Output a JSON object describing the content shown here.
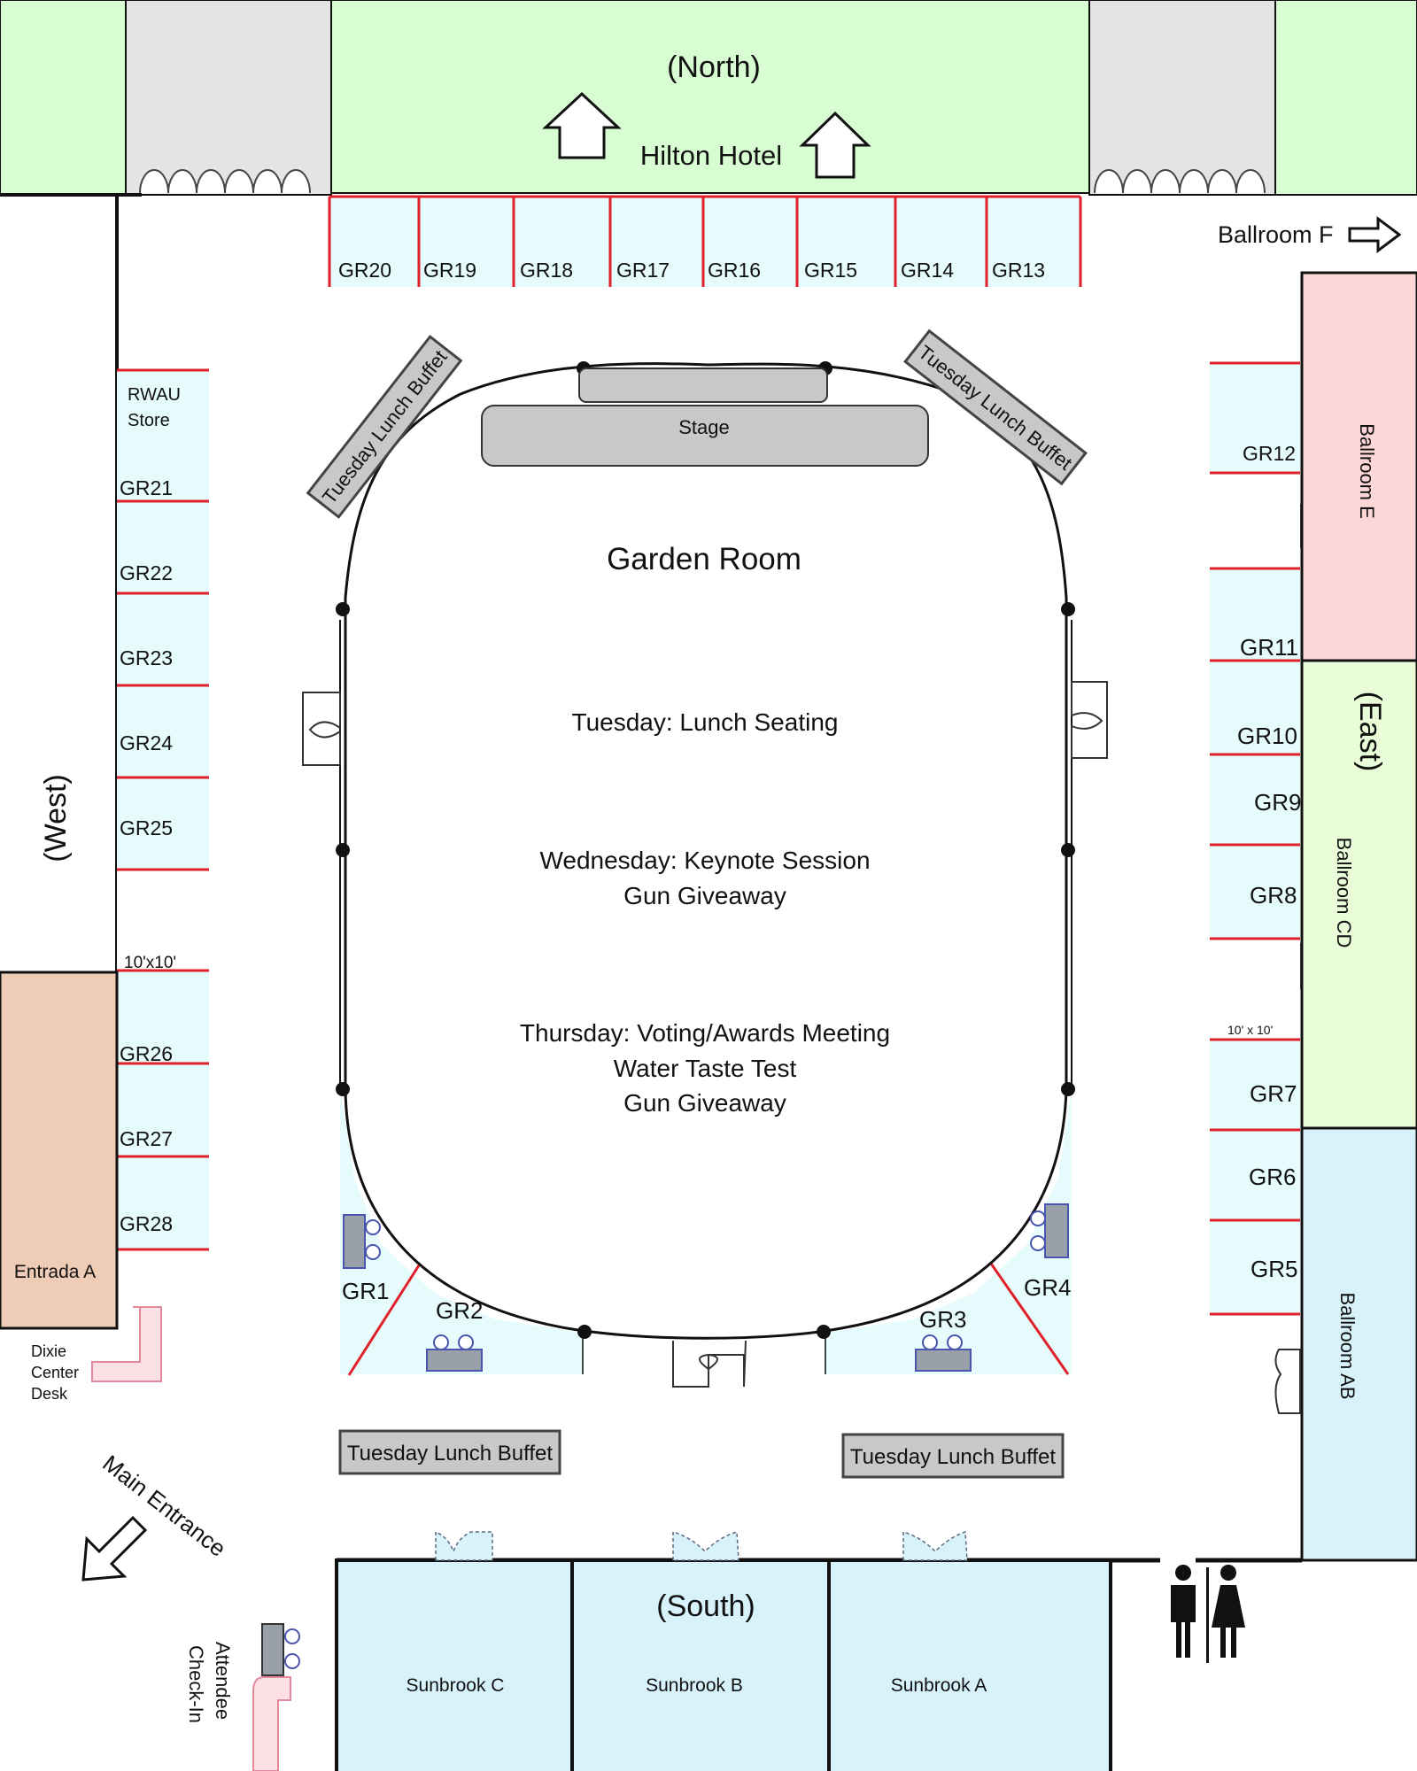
{
  "regions": {
    "north": "(North)",
    "hotel": "Hilton Hotel",
    "west": "(West)",
    "east": "(East)",
    "south": "(South)"
  },
  "rooms": {
    "garden_room": "Garden Room",
    "stage": "Stage",
    "ballroom_f": "Ballroom F",
    "ballroom_e": "Ballroom E",
    "ballroom_cd": "Ballroom CD",
    "ballroom_ab": "Ballroom AB",
    "entrada_a": "Entrada A",
    "sunbrook_c": "Sunbrook C",
    "sunbrook_b": "Sunbrook B",
    "sunbrook_a": "Sunbrook A"
  },
  "schedule": {
    "tuesday": "Tuesday: Lunch Seating",
    "wednesday_1": "Wednesday: Keynote Session",
    "wednesday_2": "Gun Giveaway",
    "thursday_1": "Thursday: Voting/Awards Meeting",
    "thursday_2": "Water Taste Test",
    "thursday_3": "Gun Giveaway"
  },
  "buffet_label": "Tuesday Lunch Buffet",
  "booths": {
    "north": [
      "GR20",
      "GR19",
      "GR18",
      "GR17",
      "GR16",
      "GR15",
      "GR14",
      "GR13"
    ],
    "west": [
      "GR21",
      "GR22",
      "GR23",
      "GR24",
      "GR25",
      "GR26",
      "GR27",
      "GR28"
    ],
    "east": [
      "GR12",
      "GR11",
      "GR10",
      "GR9",
      "GR8",
      "GR7",
      "GR6",
      "GR5"
    ],
    "corners": [
      "GR1",
      "GR2",
      "GR3",
      "GR4"
    ]
  },
  "store": {
    "line1": "RWAU",
    "line2": "Store"
  },
  "booth_size_west": "10'x10'",
  "booth_size_east": "10' x 10'",
  "dixie_desk": {
    "line1": "Dixie",
    "line2": "Center",
    "line3": "Desk"
  },
  "main_entrance": "Main Entrance",
  "attendee_checkin": {
    "line1": "Attendee",
    "line2": "Check-In"
  },
  "colors": {
    "north_green": "#d9fdd3",
    "gray": "#e4e4e4",
    "pink": "#fdd7d7",
    "light_green": "#eafdd9",
    "light_blue": "#d7f2fb",
    "tan": "#efccb6",
    "booth": "#e6fbfb"
  }
}
